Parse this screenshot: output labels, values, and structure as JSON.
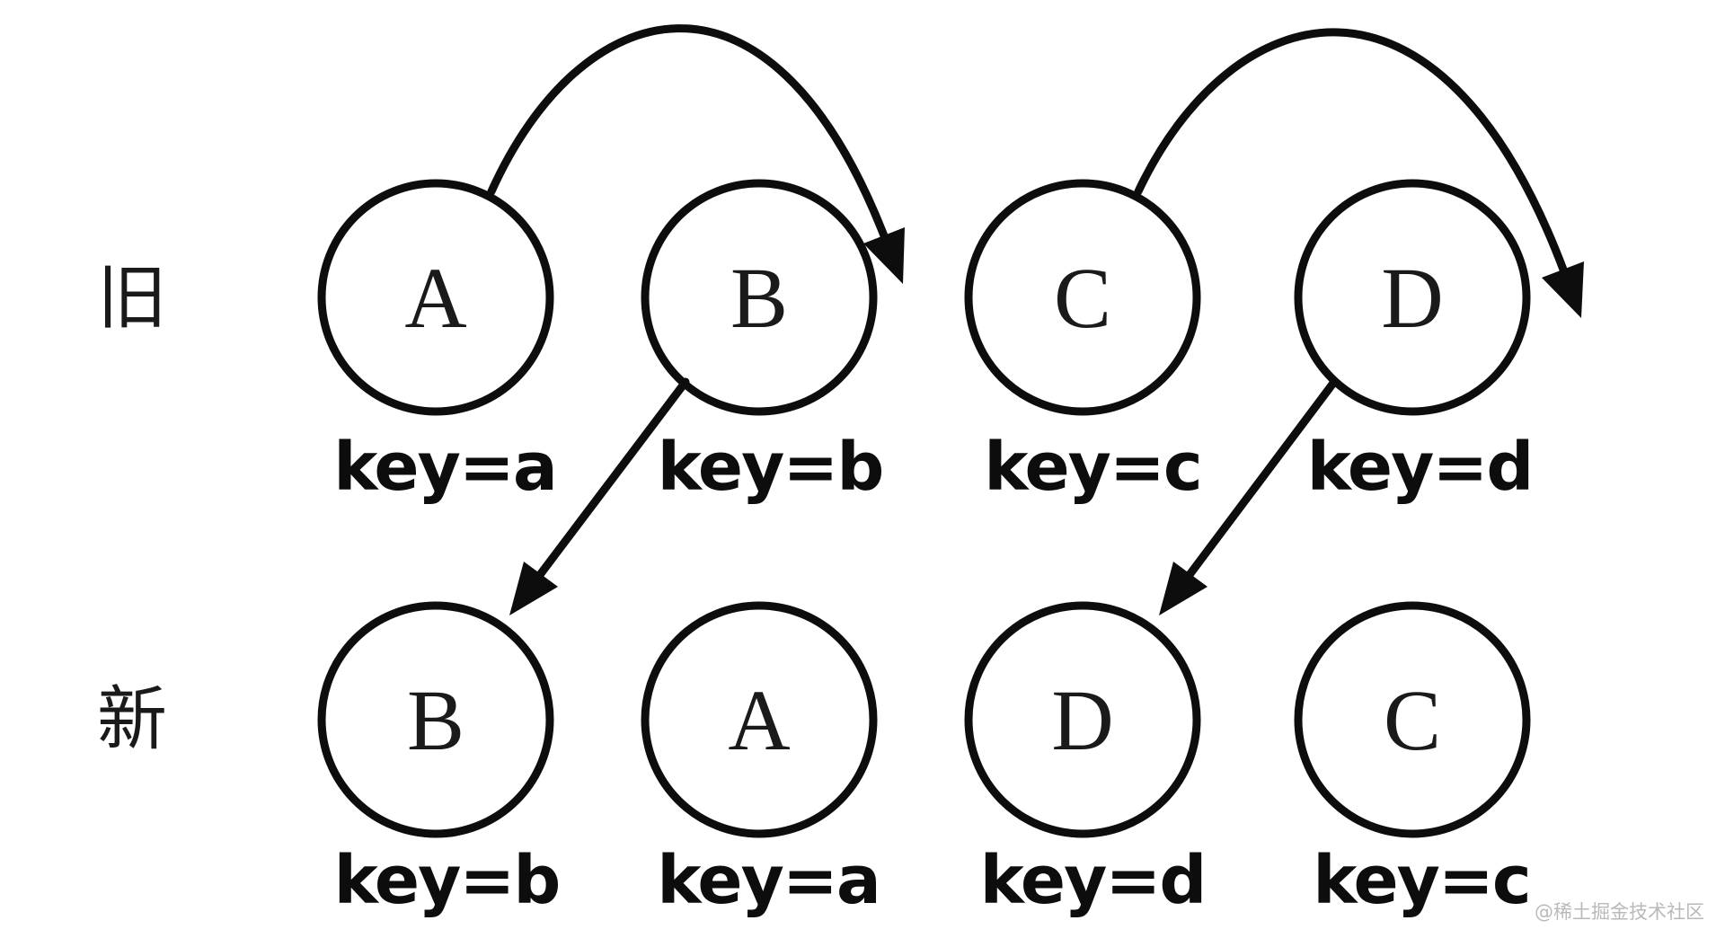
{
  "diagram": {
    "row_old": {
      "label": "旧",
      "nodes": [
        {
          "letter": "A",
          "key": "key=a"
        },
        {
          "letter": "B",
          "key": "key=b"
        },
        {
          "letter": "C",
          "key": "key=c"
        },
        {
          "letter": "D",
          "key": "key=d"
        }
      ]
    },
    "row_new": {
      "label": "新",
      "nodes": [
        {
          "letter": "B",
          "key": "key=b"
        },
        {
          "letter": "A",
          "key": "key=a"
        },
        {
          "letter": "D",
          "key": "key=d"
        },
        {
          "letter": "C",
          "key": "key=c"
        }
      ]
    },
    "arrows": [
      {
        "type": "curved",
        "from": "old-A",
        "to": "after-old-B"
      },
      {
        "type": "curved",
        "from": "old-C",
        "to": "after-old-D"
      },
      {
        "type": "straight",
        "from": "old-B",
        "to": "new-B"
      },
      {
        "type": "straight",
        "from": "old-D",
        "to": "new-D"
      }
    ],
    "watermark": "@稀土掘金技术社区",
    "colors": {
      "ink": "#0d0d0d",
      "background": "#ffffff",
      "watermark": "#b9b9b9"
    }
  }
}
